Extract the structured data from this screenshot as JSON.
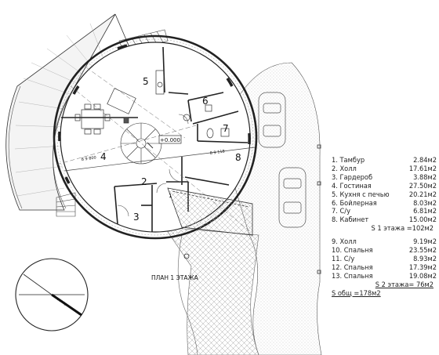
{
  "plan": {
    "title": "ПЛАН 1 ЭТАЖА",
    "level_mark": "+0.000",
    "compass_label": "север",
    "dimension_labels": [
      "8 9 800",
      "8 9 118"
    ],
    "room_numbers": [
      "5",
      "6",
      "4",
      "7",
      "8",
      "2",
      "1",
      "3"
    ]
  },
  "legend": {
    "floor1": [
      {
        "name": "1. Тамбур",
        "area": "2.84м2"
      },
      {
        "name": "2. Холл",
        "area": "17.61м2"
      },
      {
        "name": "3. Гардероб",
        "area": "3.88м2"
      },
      {
        "name": "4. Гостиная",
        "area": "27.50м2"
      },
      {
        "name": "5. Кухня с печью",
        "area": "20.21м2"
      },
      {
        "name": "6. Бойлерная",
        "area": "8.03м2"
      },
      {
        "name": "7. С/у",
        "area": "6.81м2"
      },
      {
        "name": "8. Кабинет",
        "area": "15.00м2"
      }
    ],
    "floor1_total": "S 1 этажа =102м2",
    "floor2": [
      {
        "name": "9. Холл",
        "area": "9.19м2"
      },
      {
        "name": "10. Спальня",
        "area": "23.55м2"
      },
      {
        "name": "11. С/у",
        "area": "8.93м2"
      },
      {
        "name": "12. Спальня",
        "area": "17.39м2"
      },
      {
        "name": "13. Спальня",
        "area": "19.08м2"
      }
    ],
    "floor2_total": "S 2 этажа= 76м2",
    "grand_total": "S общ =178м2"
  }
}
